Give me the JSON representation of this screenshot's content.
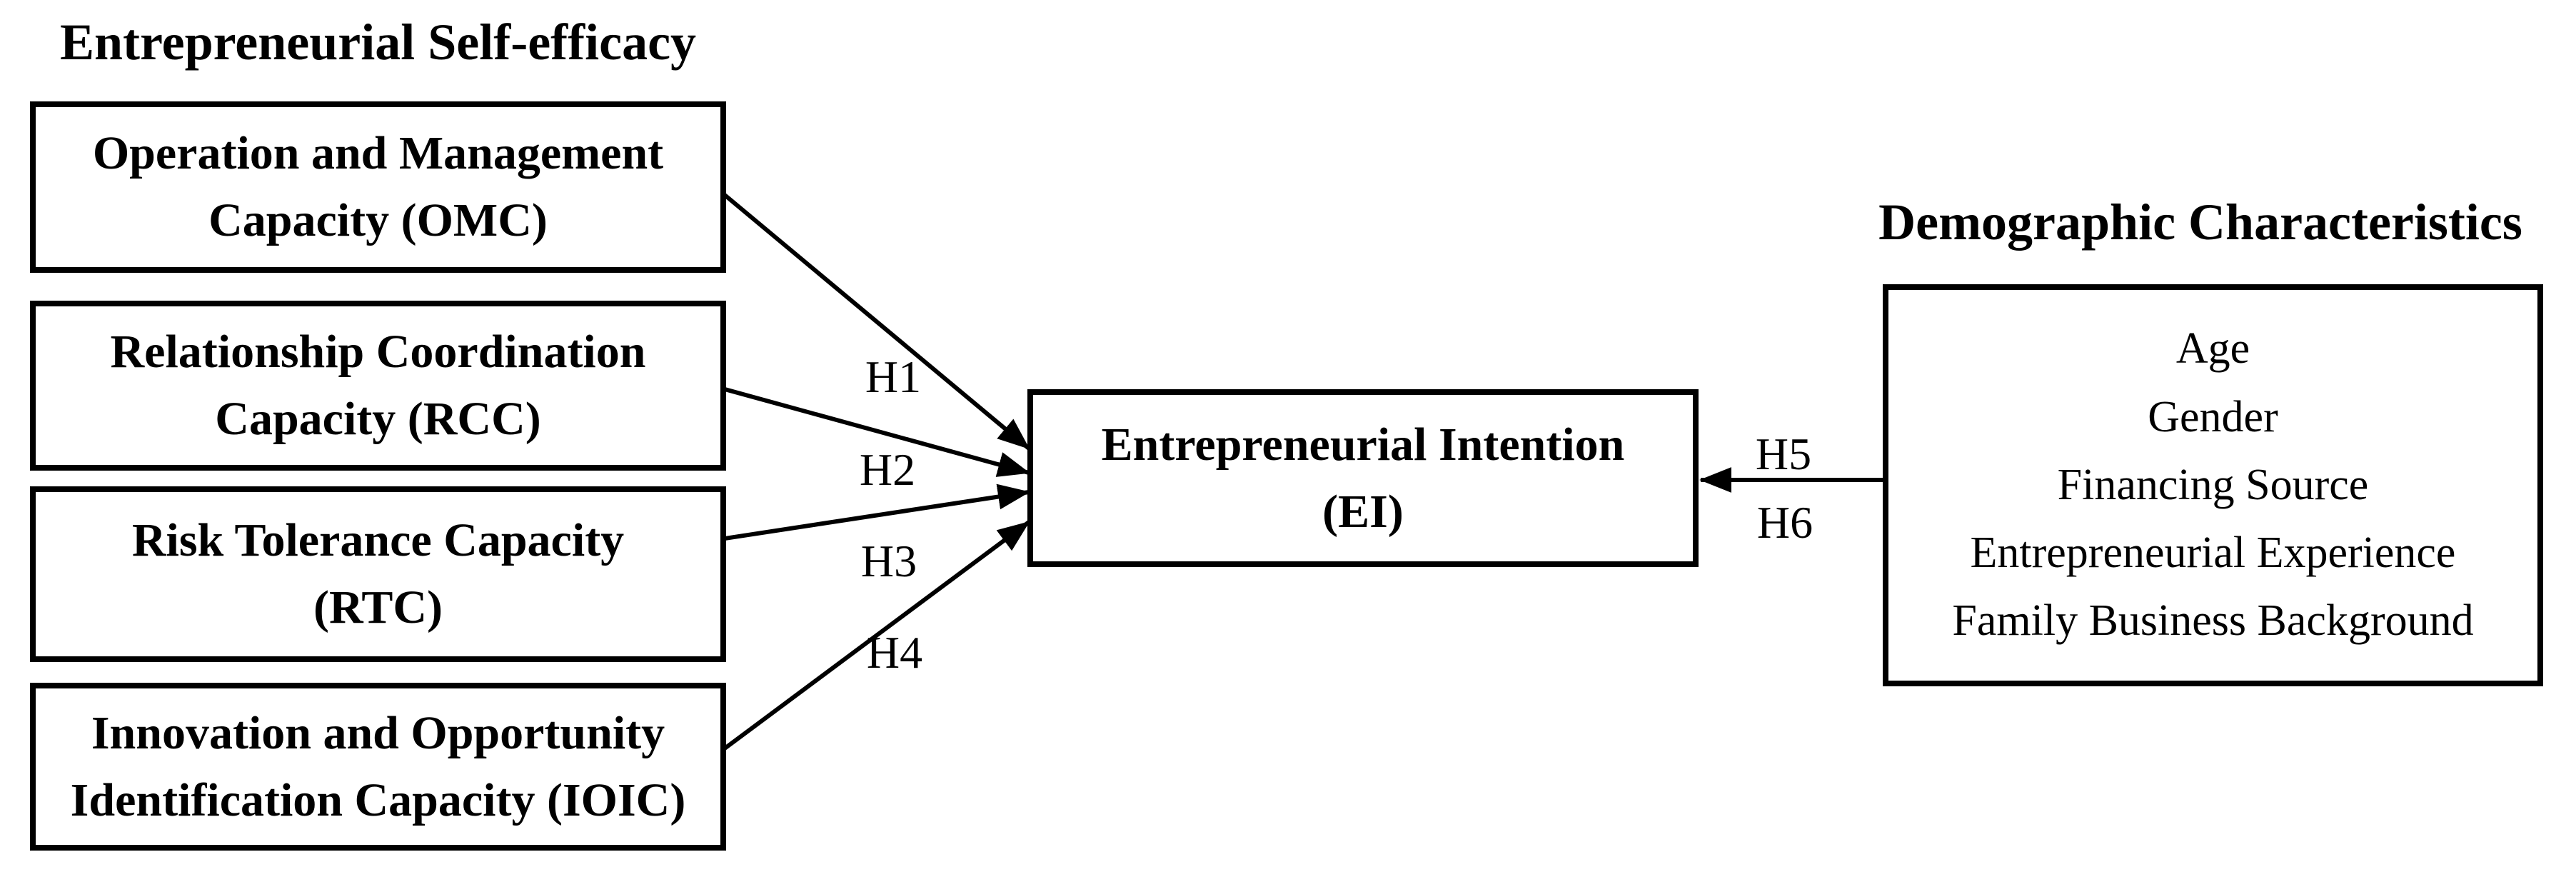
{
  "diagram": {
    "left_group": {
      "title": "Entrepreneurial Self-efficacy",
      "boxes": [
        {
          "id": "omc",
          "line1": "Operation and Management",
          "line2": "Capacity (OMC)"
        },
        {
          "id": "rcc",
          "line1": "Relationship Coordination",
          "line2": "Capacity (RCC)"
        },
        {
          "id": "rtc",
          "line1": "Risk Tolerance Capacity",
          "line2": "(RTC)"
        },
        {
          "id": "ioic",
          "line1": "Innovation and Opportunity",
          "line2": "Identification Capacity (IOIC)"
        }
      ]
    },
    "center_box": {
      "line1": "Entrepreneurial Intention",
      "line2": "(EI)"
    },
    "right_group": {
      "title": "Demographic Characteristics",
      "items": [
        "Age",
        "Gender",
        "Financing Source",
        "Entrepreneurial Experience",
        "Family Business Background"
      ]
    },
    "hypothesis_labels": [
      "H1",
      "H2",
      "H3",
      "H4",
      "H5",
      "H6"
    ],
    "colors": {
      "ink": "#000000",
      "background": "#ffffff"
    }
  }
}
